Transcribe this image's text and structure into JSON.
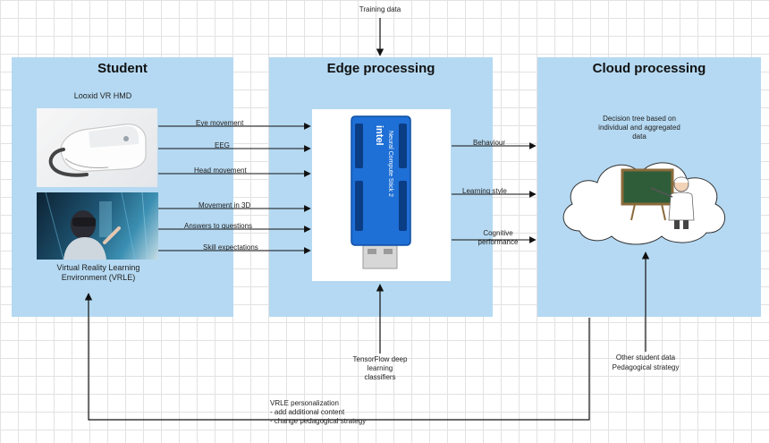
{
  "inputs": {
    "training_data": "Training data",
    "tensorflow": "TensorFlow deep learning\nclassifiers",
    "other_data": "Other student data\nPedagogical strategy"
  },
  "student": {
    "title": "Student",
    "hmd_label": "Looxid VR HMD",
    "vrle_label": "Virtual Reality Learning\nEnvironment (VRLE)"
  },
  "edge": {
    "title": "Edge processing",
    "device": {
      "brand": "intel",
      "product": "Neural Compute Stick 2"
    }
  },
  "cloud": {
    "title": "Cloud processing",
    "model_label": "Decision tree based on\nindividual and aggregated\ndata"
  },
  "signals": [
    "Eye movement",
    "EEG",
    "Head movement",
    "Movement in 3D",
    "Answers to questions",
    "Skill expectations"
  ],
  "outputs": [
    "Behaviour",
    "Learning style",
    "Cognitive\nperformance"
  ],
  "feedback": {
    "text": "VRLE personalization\n- add additional content\n- change pedagogical strategy"
  }
}
